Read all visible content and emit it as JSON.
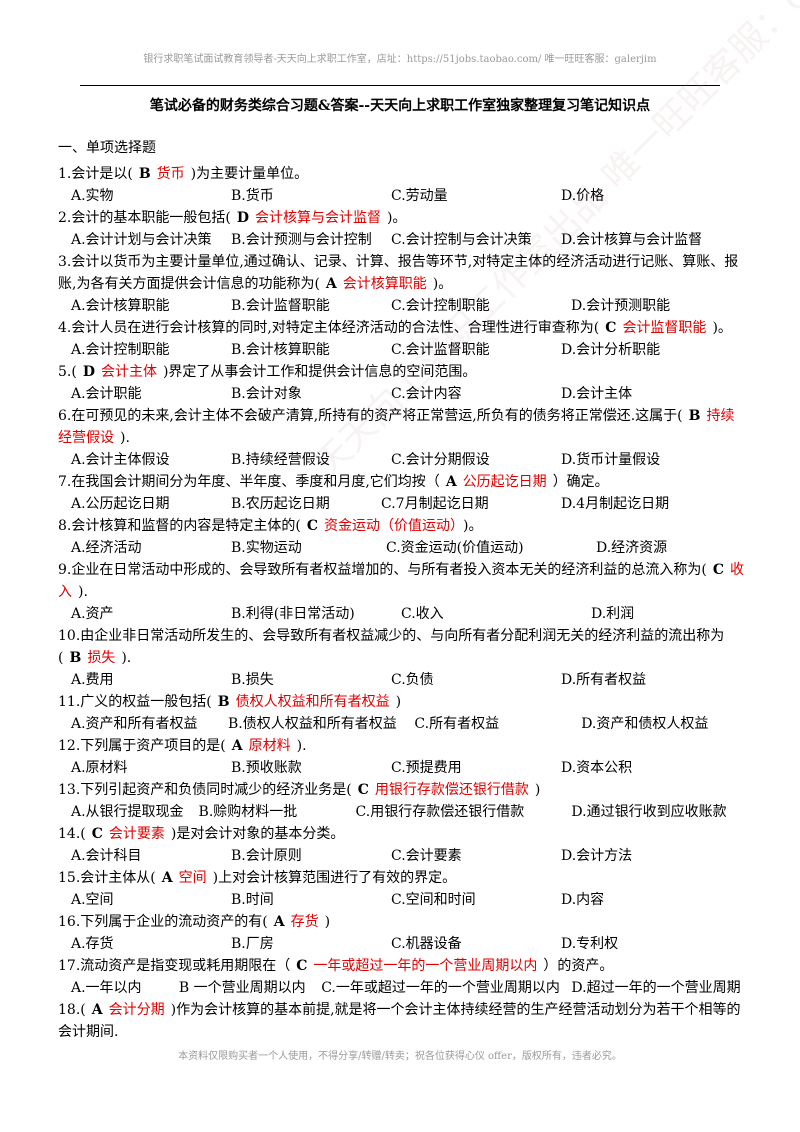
{
  "header_note": "银行求职笔试面试教育领导者-天天向上求职工作室，店址：https://51jobs.taobao.com/ 唯一旺旺客服：galerjim",
  "title": "笔试必备的财务类综合习题&答案--天天向上求职工作室独家整理复习笔记知识点",
  "section": "一、单项选择题",
  "q1": {
    "pre": "1.会计是以(",
    "letter": "B",
    "ans": "货币",
    "post": ")为主要计量单位。",
    "opts": [
      "A.实物",
      "B.货币",
      "C.劳动量",
      "D.价格"
    ]
  },
  "q2": {
    "pre": "2.会计的基本职能一般包括(",
    "letter": "D",
    "ans": "会计核算与会计监督",
    "post": ")。",
    "opts": [
      "A.会计计划与会计决策",
      "B.会计预测与会计控制",
      "C.会计控制与会计决策",
      "D.会计核算与会计监督"
    ]
  },
  "q3": {
    "pre": "3.会计以货币为主要计量单位,通过确认、记录、计算、报告等环节,对特定主体的经济活动进行记账、算账、报账,为各有关方面提供会计信息的功能称为(",
    "letter": "A",
    "ans": "会计核算职能",
    "post": ")。",
    "opts": [
      "A.会计核算职能",
      "B.会计监督职能",
      "C.会计控制职能",
      "D.会计预测职能"
    ]
  },
  "q4": {
    "pre": "4.会计人员在进行会计核算的同时,对特定主体经济活动的合法性、合理性进行审查称为(",
    "letter": "C",
    "ans": "会计监督职能",
    "post": ")。",
    "opts": [
      "A.会计控制职能",
      "B.会计核算职能",
      "C.会计监督职能",
      "D.会计分析职能"
    ]
  },
  "q5": {
    "pre": "5.(",
    "letter": "D",
    "ans": "会计主体",
    "post": ")界定了从事会计工作和提供会计信息的空间范围。",
    "opts": [
      "A.会计职能",
      "B.会计对象",
      "C.会计内容",
      "D.会计主体"
    ]
  },
  "q6": {
    "pre": "6.在可预见的未来,会计主体不会破产清算,所持有的资产将正常营运,所负有的债务将正常偿还.这属于(",
    "letter": "B",
    "ans": "持续经营假设",
    "post": ").",
    "opts": [
      "A.会计主体假设",
      "B.持续经营假设",
      "C.会计分期假设",
      "D.货币计量假设"
    ]
  },
  "q7": {
    "pre": "7.在我国会计期间分为年度、半年度、季度和月度,它们均按（",
    "letter": "A",
    "ans": "公历起讫日期",
    "post": "）确定。",
    "opts": [
      "A.公历起讫日期",
      "B.农历起讫日期",
      "C.7月制起讫日期",
      "D.4月制起讫日期"
    ]
  },
  "q8": {
    "pre": "8.会计核算和监督的内容是特定主体的(",
    "letter": "C",
    "ans": "资金运动（价值运动）",
    "post": ")。",
    "opts": [
      "A.经济活动",
      "B.实物运动",
      "C.资金运动(价值运动)",
      "D.经济资源"
    ]
  },
  "q9": {
    "pre": "9.企业在日常活动中形成的、会导致所有者权益增加的、与所有者投入资本无关的经济利益的总流入称为(",
    "letter": "C",
    "ans": "收入",
    "post": ").",
    "opts": [
      "A.资产",
      "B.利得(非日常活动)",
      "C.收入",
      "D.利润"
    ]
  },
  "q10": {
    "pre": "10.由企业非日常活动所发生的、会导致所有者权益减少的、与向所有者分配利润无关的经济利益的流出称为(",
    "letter": "B",
    "ans": "损失",
    "post": ").",
    "opts": [
      "A.费用",
      "B.损失",
      "C.负债",
      "D.所有者权益"
    ]
  },
  "q11": {
    "pre": "11.广义的权益一般包括(",
    "letter": "B",
    "ans": "债权人权益和所有者权益",
    "post": ")",
    "opts": [
      "A.资产和所有者权益",
      "B.债权人权益和所有者权益",
      "C.所有者权益",
      "D.资产和债权人权益"
    ]
  },
  "q12": {
    "pre": "12.下列属于资产项目的是(",
    "letter": "A",
    "ans": "原材料",
    "post": ").",
    "opts": [
      "A.原材料",
      "B.预收账款",
      "C.预提费用",
      "D.资本公积"
    ]
  },
  "q13": {
    "pre": "13.下列引起资产和负债同时减少的经济业务是(",
    "letter": "C",
    "ans": "用银行存款偿还银行借款",
    "post": ")",
    "opts": [
      "A.从银行提取现金",
      "B.赊购材料一批",
      "C.用银行存款偿还银行借款",
      "D.通过银行收到应收账款"
    ]
  },
  "q14": {
    "pre": "14.(",
    "letter": "C",
    "ans": "会计要素",
    "post": ")是对会计对象的基本分类。",
    "opts": [
      "A.会计科目",
      "B.会计原则",
      "C.会计要素",
      "D.会计方法"
    ]
  },
  "q15": {
    "pre": "15.会计主体从(",
    "letter": "A",
    "ans": "空间",
    "post": ")上对会计核算范围进行了有效的界定。",
    "opts": [
      "A.空间",
      "B.时间",
      "C.空间和时间",
      "D.内容"
    ]
  },
  "q16": {
    "pre": "16.下列属于企业的流动资产的有(",
    "letter": "A",
    "ans": "存货",
    "post": ")",
    "opts": [
      "A.存货",
      "B.厂房",
      "C.机器设备",
      "D.专利权"
    ]
  },
  "q17": {
    "pre": "17.流动资产是指变现或耗用期限在（",
    "letter": "C",
    "ans": "一年或超过一年的一个营业周期以内",
    "post": "）的资产。",
    "opts": [
      "A.一年以内",
      "B 一个营业周期以内",
      "C.一年或超过一年的一个营业周期以内",
      "D.超过一年的一个营业周期"
    ]
  },
  "q18": {
    "pre": "18.(",
    "letter": "A",
    "ans": "会计分期",
    "post": ")作为会计核算的基本前提,就是将一个会计主体持续经营的生产经营活动划分为若干个相等的会计期间."
  },
  "footer_note": "本资料仅限购买者一个人使用，不得分享/转赠/转卖；祝各位获得心仪 offer，版权所有，违者必究。",
  "watermark": "天天向上求职工作室出品 唯一旺旺客服：galerjim"
}
